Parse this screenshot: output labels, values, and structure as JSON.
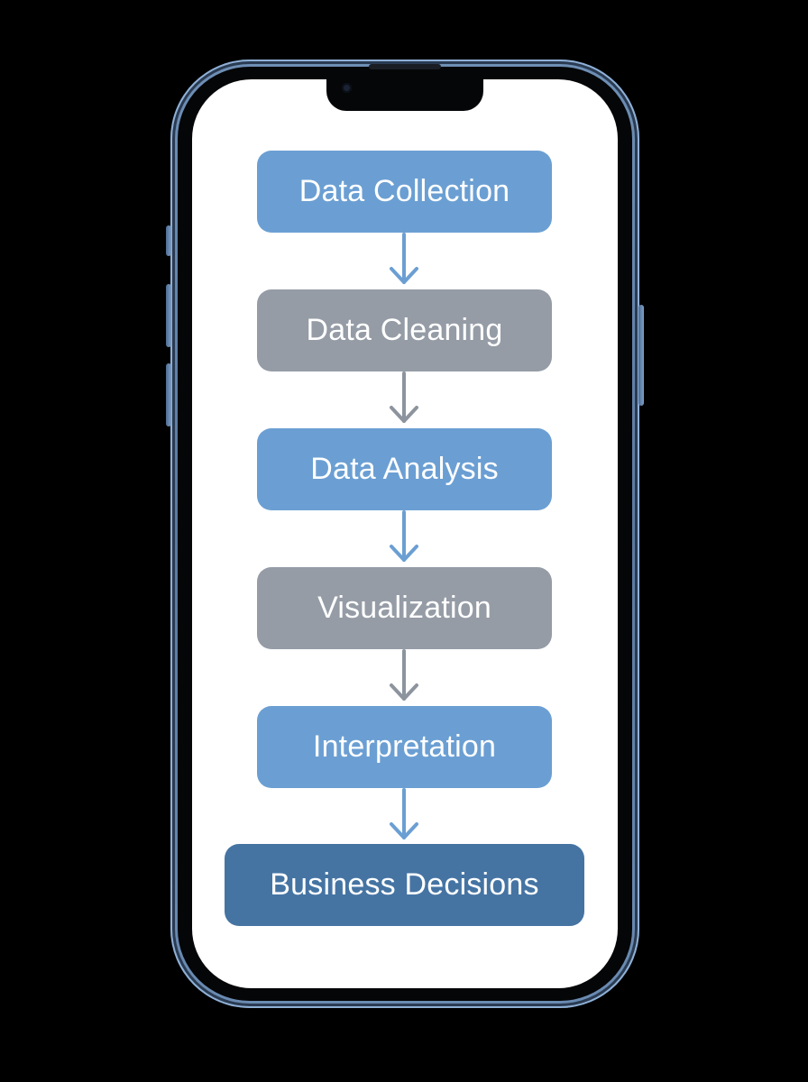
{
  "diagram": {
    "steps": [
      {
        "label": "Data Collection",
        "color": "#6b9fd3"
      },
      {
        "label": "Data Cleaning",
        "color": "#959ca6"
      },
      {
        "label": "Data Analysis",
        "color": "#6b9fd3"
      },
      {
        "label": "Visualization",
        "color": "#959ca6"
      },
      {
        "label": "Interpretation",
        "color": "#6b9fd3"
      },
      {
        "label": "Business Decisions",
        "color": "#4574a3"
      }
    ],
    "arrow_colors": [
      "#6b9fd3",
      "#8d949e",
      "#6b9fd3",
      "#8d949e",
      "#6b9fd3"
    ]
  },
  "device": {
    "frame_color": "#6e8fb5",
    "screen_color": "#ffffff"
  }
}
